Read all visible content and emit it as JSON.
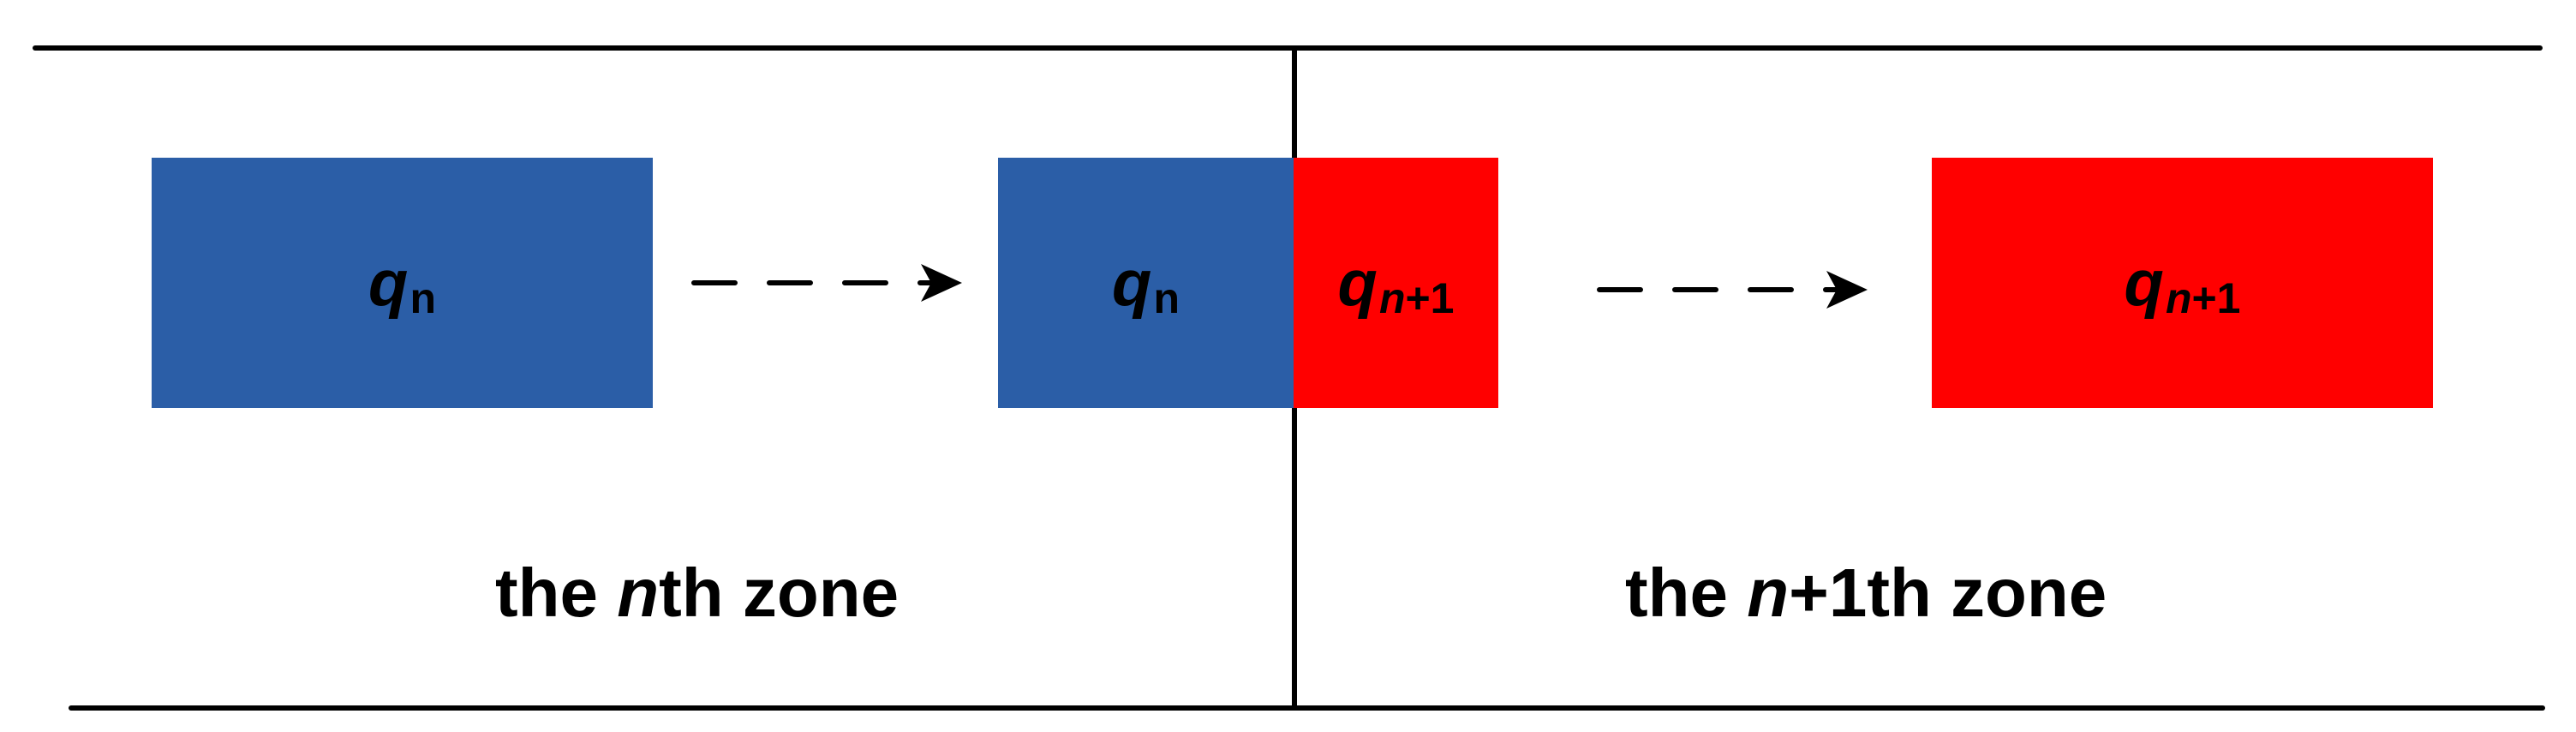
{
  "colors": {
    "nth_zone_box": "#2B5EA7",
    "n1th_zone_box": "#FF0000",
    "lines": "#000000"
  },
  "boxes": {
    "qn_left": {
      "symbol": "q",
      "sub_var": "",
      "sub_rest": "n"
    },
    "qn_mid": {
      "symbol": "q",
      "sub_var": "",
      "sub_rest": "n"
    },
    "qn1_mid": {
      "symbol": "q",
      "sub_var": "n",
      "sub_rest": "+1"
    },
    "qn1_right": {
      "symbol": "q",
      "sub_var": "n",
      "sub_rest": "+1"
    }
  },
  "zones": {
    "left": {
      "prefix": "the ",
      "var": "n",
      "suffix": "th zone"
    },
    "right": {
      "prefix": "the ",
      "var": "n",
      "suffix": "+1th zone"
    }
  }
}
